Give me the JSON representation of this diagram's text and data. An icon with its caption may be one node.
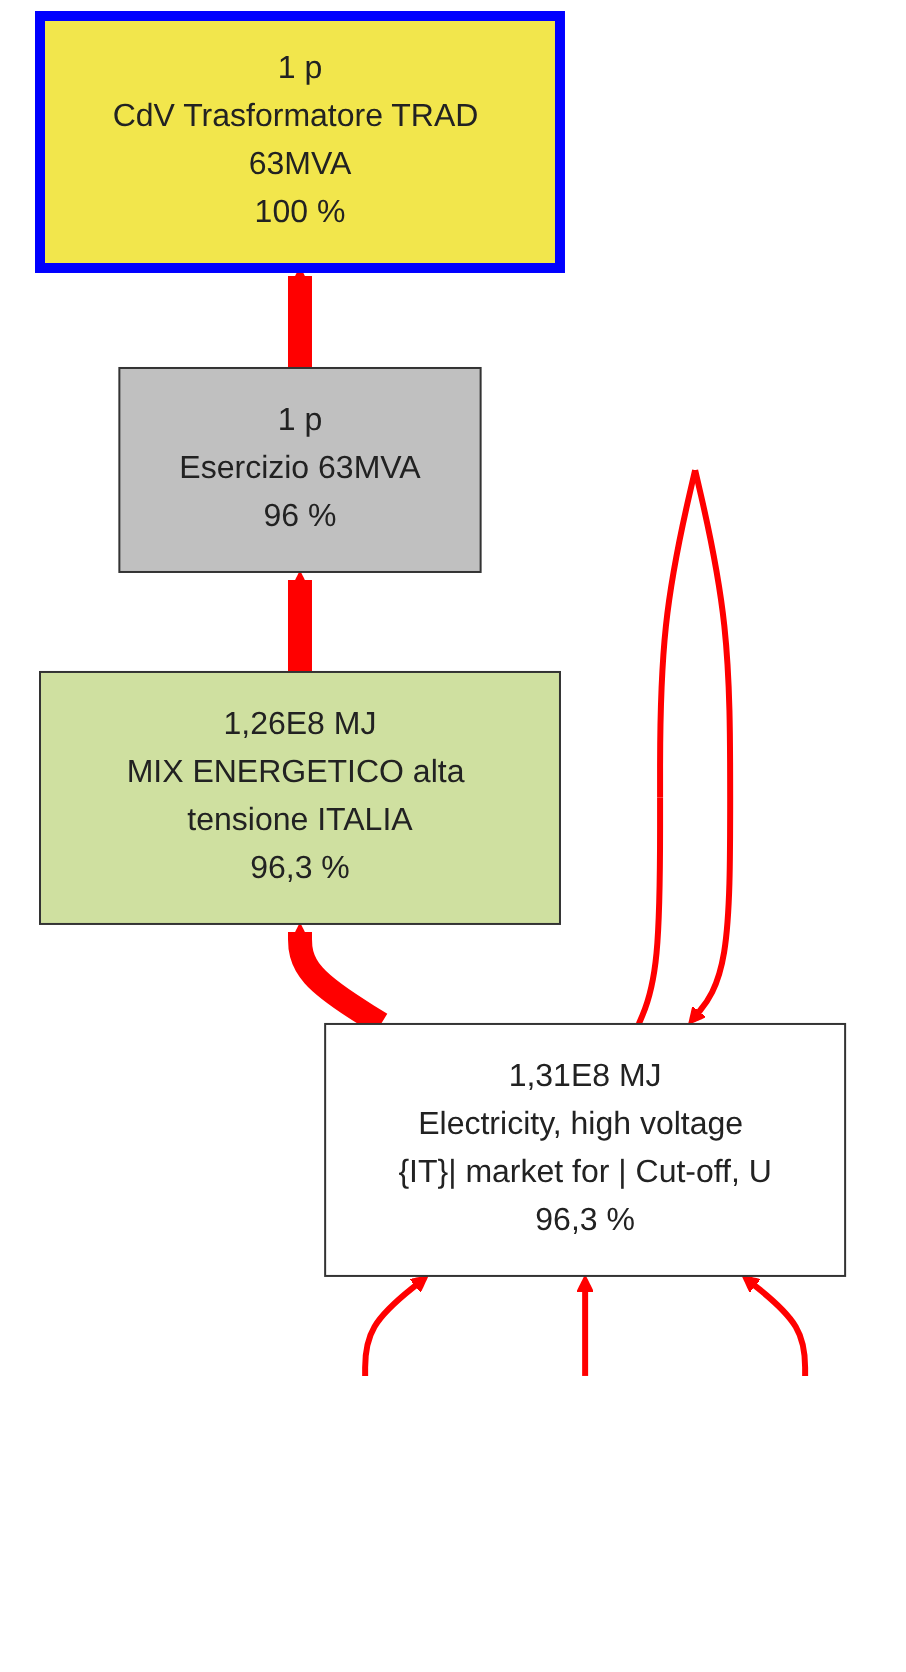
{
  "diagram": {
    "nodes": [
      {
        "text": [
          "1 p",
          "CdV Trasformatore TRAD 63MVA",
          "100 %"
        ]
      },
      {
        "text": [
          "1 p",
          "Esercizio 63MVA",
          "96 %"
        ]
      },
      {
        "text": [
          "1,26E8 MJ",
          "MIX ENERGETICO alta tensione ITALIA",
          "96,3 %"
        ]
      },
      {
        "text": [
          "1,31E8 MJ",
          "Electricity, high voltage {IT}| market for | Cut-off, U",
          "96,3 %"
        ]
      }
    ],
    "edges": [
      {
        "from": 1,
        "to": 0,
        "arrow": "to",
        "style": "thick"
      },
      {
        "from": 2,
        "to": 1,
        "arrow": "to",
        "style": "thick"
      },
      {
        "from": 3,
        "to": 2,
        "arrow": "to",
        "style": "thick"
      },
      {
        "from": 3,
        "to": 3,
        "arrow": "to"
      },
      {
        "from": null,
        "to": 3,
        "arrow": "to"
      },
      {
        "from": null,
        "to": 3,
        "arrow": "to"
      },
      {
        "from": null,
        "to": 3,
        "arrow": "to"
      }
    ]
  }
}
